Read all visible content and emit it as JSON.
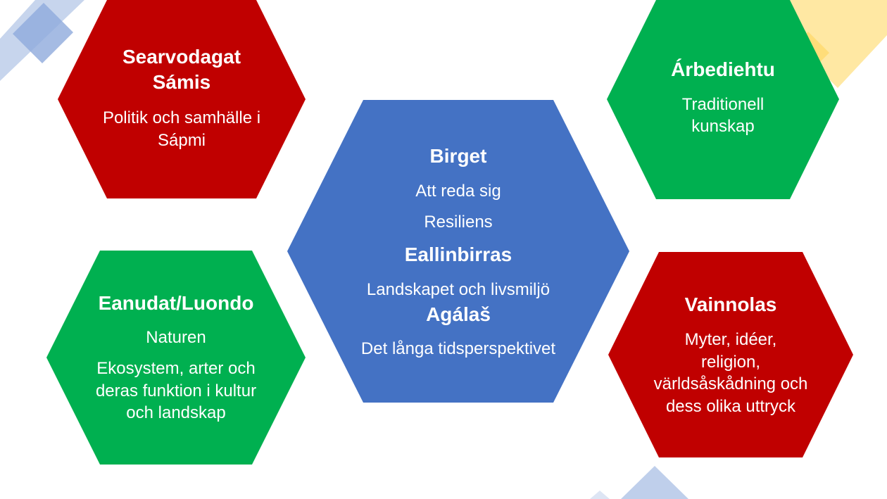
{
  "colors": {
    "red": "#c00000",
    "green": "#00b050",
    "blue": "#4472c4",
    "deco_blue": "#b4c7e7",
    "deco_yellow": "#ffe699"
  },
  "hexagons": {
    "top_left": {
      "color": "red",
      "title_line1": "Searvodagat",
      "title_line2": "Sámis",
      "desc_line1": "Politik och samhälle i",
      "desc_line2": "Sápmi"
    },
    "top_right": {
      "color": "green",
      "title": "Árbediehtu",
      "desc_line1": "Traditionell",
      "desc_line2": "kunskap"
    },
    "center": {
      "color": "blue",
      "section1_title": "Birget",
      "section1_line1": "Att reda sig",
      "section1_line2": "Resiliens",
      "section2_title": "Eallinbirras",
      "section2_line1": "Landskapet och livsmiljö",
      "section3_title": "Agálaš",
      "section3_line1": "Det långa tidsperspektivet"
    },
    "bottom_left": {
      "color": "green",
      "title": "Eanudat/Luondo",
      "line1": "Naturen",
      "line2": "Ekosystem, arter och",
      "line3": "deras funktion i kultur",
      "line4": "och landskap"
    },
    "bottom_right": {
      "color": "red",
      "title": "Vainnolas",
      "line1": "Myter, idéer,",
      "line2": "religion,",
      "line3": "världsåskådning och",
      "line4": "dess olika uttryck"
    }
  }
}
